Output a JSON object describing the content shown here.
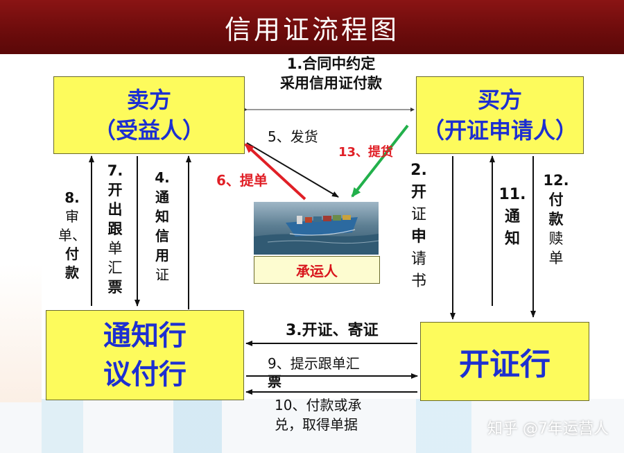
{
  "title": "信用证流程图",
  "parties": {
    "seller": {
      "line1": "卖方",
      "line2": "（受益人）"
    },
    "buyer": {
      "line1": "买方",
      "line2": "（开证申请人）"
    },
    "advising_bank": {
      "line1": "通知行",
      "line2": "议付行"
    },
    "issuing_bank": {
      "label": "开证行"
    },
    "carrier": {
      "label": "承运人"
    }
  },
  "steps": {
    "s1": {
      "line1": "1.合同中约定",
      "line2": "采用信用证付款"
    },
    "s2": {
      "num": "2.",
      "chars": [
        "开",
        "证",
        "申",
        "请",
        "书"
      ]
    },
    "s3": "3.开证、寄证",
    "s4": {
      "num": "4.",
      "chars": [
        "通",
        "知",
        "信",
        "用",
        "证"
      ]
    },
    "s5": "5、发货",
    "s6": "6、提单",
    "s7": {
      "num": "7.",
      "chars": [
        "开",
        "出",
        "跟",
        "单",
        "汇",
        "票"
      ]
    },
    "s8": {
      "num": "8.",
      "chars": [
        "审",
        "单、",
        "付",
        "款"
      ]
    },
    "s9": {
      "line1": "9、提示跟单汇",
      "line2": "票"
    },
    "s10": {
      "line1": "10、付款或承",
      "line2": "兑，取得单据"
    },
    "s11": {
      "num": "11.",
      "chars": [
        "通",
        "知"
      ]
    },
    "s12": {
      "num": "12.",
      "chars": [
        "付",
        "款",
        "赎",
        "单"
      ]
    },
    "s13": "13、提货"
  },
  "watermark": "知乎 @7年运营人",
  "colors": {
    "title_bar": "#7a1010",
    "box_fill": "#fdfb5c",
    "box_text": "#1d2fd1",
    "red_label": "#e01f26",
    "green_arrow": "#22b04b"
  }
}
